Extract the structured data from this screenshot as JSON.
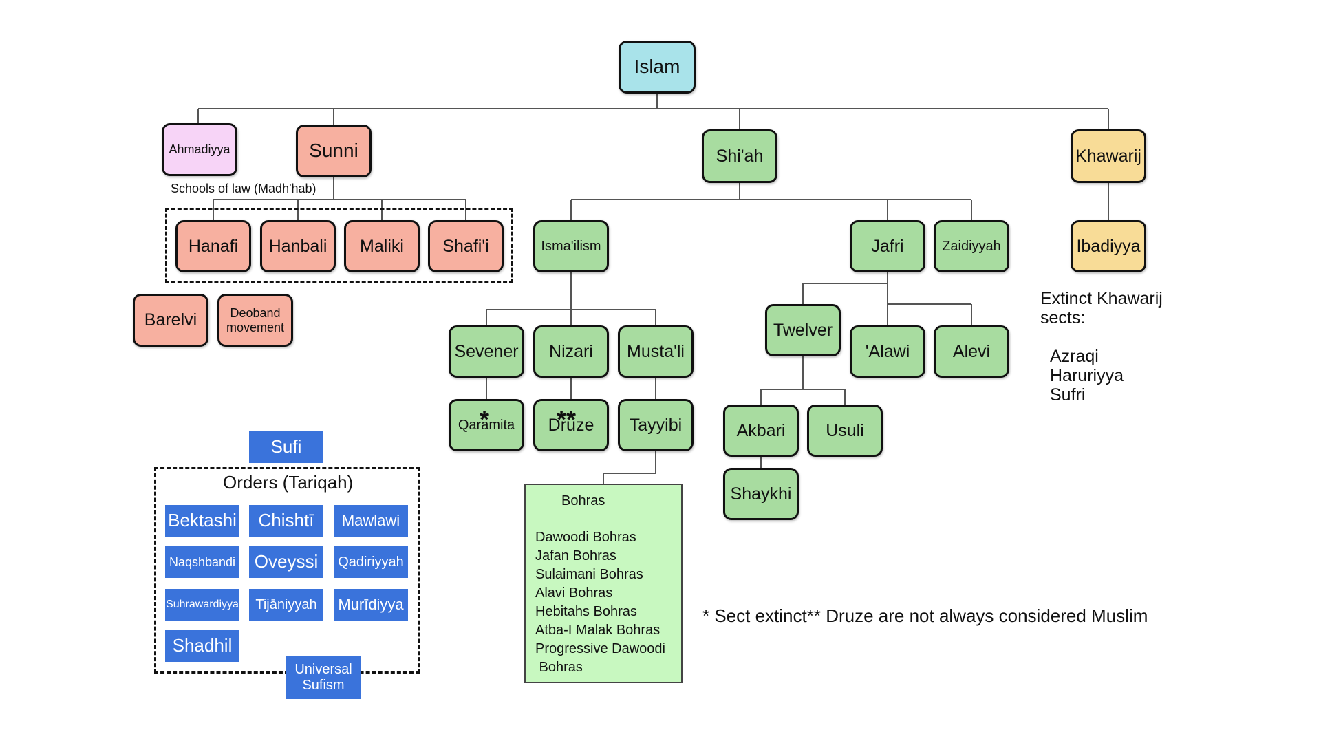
{
  "root": {
    "label": "Islam",
    "color": "#a9e3ea"
  },
  "branches": {
    "ahmadiyya": "Ahmadiyya",
    "sunni": "Sunni",
    "shiah": "Shi'ah",
    "khawarij": "Khawarij"
  },
  "sunni": {
    "schools_label": "Schools of law (Madh'hab)",
    "schools": [
      "Hanafi",
      "Hanbali",
      "Maliki",
      "Shafi'i"
    ],
    "movements": {
      "barelvi": "Barelvi",
      "deoband": "Deoband movement"
    }
  },
  "shia": {
    "ismailism": "Isma'ilism",
    "jafri": "Jafri",
    "zaidiyyah": "Zaidiyyah",
    "ismaili_branches": {
      "sevener": "Sevener",
      "nizari": "Nizari",
      "mustali": "Musta'li"
    },
    "sevener_child": {
      "label": "Qaramita",
      "mark": "*"
    },
    "nizari_child": {
      "label": "Druze",
      "mark": "**"
    },
    "mustali_child": "Tayyibi",
    "jafri_branches": {
      "twelver": "Twelver",
      "alawi": "'Alawi",
      "alevi": "Alevi"
    },
    "twelver_branches": {
      "akbari": "Akbari",
      "usuli": "Usuli"
    },
    "akbari_child": "Shaykhi",
    "bohras": {
      "title": "Bohras",
      "items": [
        "Dawoodi Bohras",
        "Jafan Bohras",
        "Sulaimani Bohras",
        "Alavi Bohras",
        "Hebitahs Bohras",
        "Atba-I Malak Bohras",
        "Progressive Dawoodi",
        " Bohras"
      ]
    }
  },
  "khawarij": {
    "child": "Ibadiyya",
    "extinct_heading": [
      "Extinct Khawarij",
      "sects:"
    ],
    "extinct_sects": [
      "Azraqi",
      "Haruriyya",
      "Sufri"
    ]
  },
  "sufi": {
    "label": "Sufi",
    "orders_label": "Orders (Tariqah)",
    "orders": [
      "Bektashi",
      "Chishtī",
      "Mawlawi",
      "Naqshbandi",
      "Oveyssi",
      "Qadiriyyah",
      "Suhrawardiyya",
      "Tijāniyyah",
      "Murīdiyya",
      "Shadhil"
    ],
    "universal": "Universal Sufism",
    "color": "#3a73db"
  },
  "footnote": "* Sect extinct** Druze are not always considered Muslim",
  "colors": {
    "sunni": "#f7b0a0",
    "shia": "#a8dca0",
    "ahmadiyya": "#f7d4f7",
    "khawarij": "#f8dc97",
    "bohras_box": "#c8f8c0"
  }
}
